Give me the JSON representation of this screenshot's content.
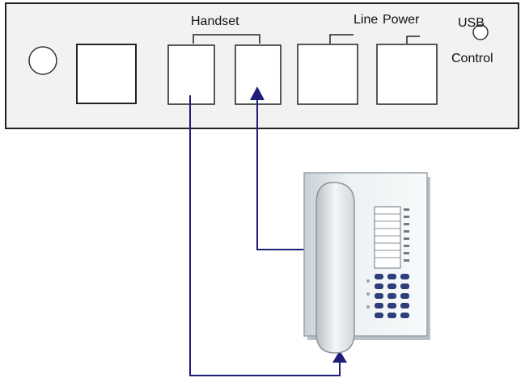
{
  "labels": {
    "handset": "Handset",
    "line": "Line",
    "power": "Power",
    "usb": "USB",
    "control": "Control"
  },
  "colors": {
    "device_panel": "#f2f2f2",
    "outline": "#222222",
    "cable": "#1f1f7a",
    "phone_body": "#e9edf0",
    "keypad": "#2e3e78"
  },
  "icons": {
    "phone": "desk-telephone-icon",
    "power_button": "round-button-icon"
  }
}
